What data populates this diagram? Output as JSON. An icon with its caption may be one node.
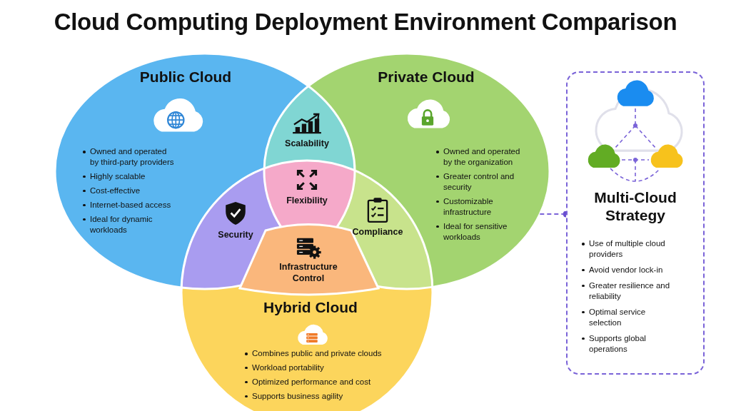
{
  "diagram": {
    "title": "Cloud Computing Deployment Environment Comparison",
    "nodes": [
      {
        "text": [
          "Public Cloud",
          "Owned and operated by third-party providers",
          "Highly scalable",
          "Cost-effective",
          "Internet-based access",
          "Ideal for dynamic workloads"
        ]
      },
      {
        "text": [
          "Private Cloud",
          "Owned and operated by the organization",
          "Greater control and security",
          "Customizable infrastructure",
          "Ideal for sensitive workloads"
        ]
      },
      {
        "text": [
          "Hybrid Cloud",
          "Combines public and private clouds",
          "Workload portability",
          "Optimized performance and cost",
          "Supports business agility"
        ]
      },
      {
        "text": [
          "Scalability"
        ]
      },
      {
        "text": [
          "Flexibility"
        ]
      },
      {
        "text": [
          "Security"
        ]
      },
      {
        "text": [
          "Compliance"
        ]
      },
      {
        "text": [
          "Infrastructure Control"
        ]
      },
      {
        "text": [
          "Multi-Cloud Strategy",
          "Use of multiple cloud providers",
          "Avoid vendor lock-in",
          "Greater resilience and reliability",
          "Optimal service selection",
          "Supports global operations"
        ]
      }
    ],
    "edges": [
      {
        "from": 1,
        "to": 8,
        "arrow": "other",
        "style": "dashed"
      }
    ]
  }
}
